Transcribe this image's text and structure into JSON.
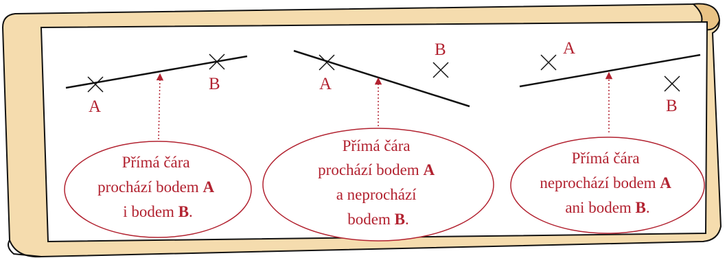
{
  "colors": {
    "scroll_fill": "#f5dcae",
    "scroll_edge": "#e9c385",
    "panel": "#ffffff",
    "ink": "#111111",
    "accent": "#b22230"
  },
  "panels": [
    {
      "point_a": "A",
      "point_b": "B",
      "caption": {
        "line1": "Přímá čára",
        "line2_text": "prochází bodem ",
        "line2_bold": "A",
        "line3_text": "i bodem ",
        "line3_bold": "B",
        "line3_end": "."
      }
    },
    {
      "point_a": "A",
      "point_b": "B",
      "caption": {
        "line1": "Přímá čára",
        "line2_text": "prochází bodem ",
        "line2_bold": "A",
        "line3": "a neprochází",
        "line4_text": "bodem ",
        "line4_bold": "B",
        "line4_end": "."
      }
    },
    {
      "point_a": "A",
      "point_b": "B",
      "caption": {
        "line1": "Přímá čára",
        "line2_text": "neprochází bodem ",
        "line2_bold": "A",
        "line3_text": "ani bodem ",
        "line3_bold": "B",
        "line3_end": "."
      }
    }
  ]
}
